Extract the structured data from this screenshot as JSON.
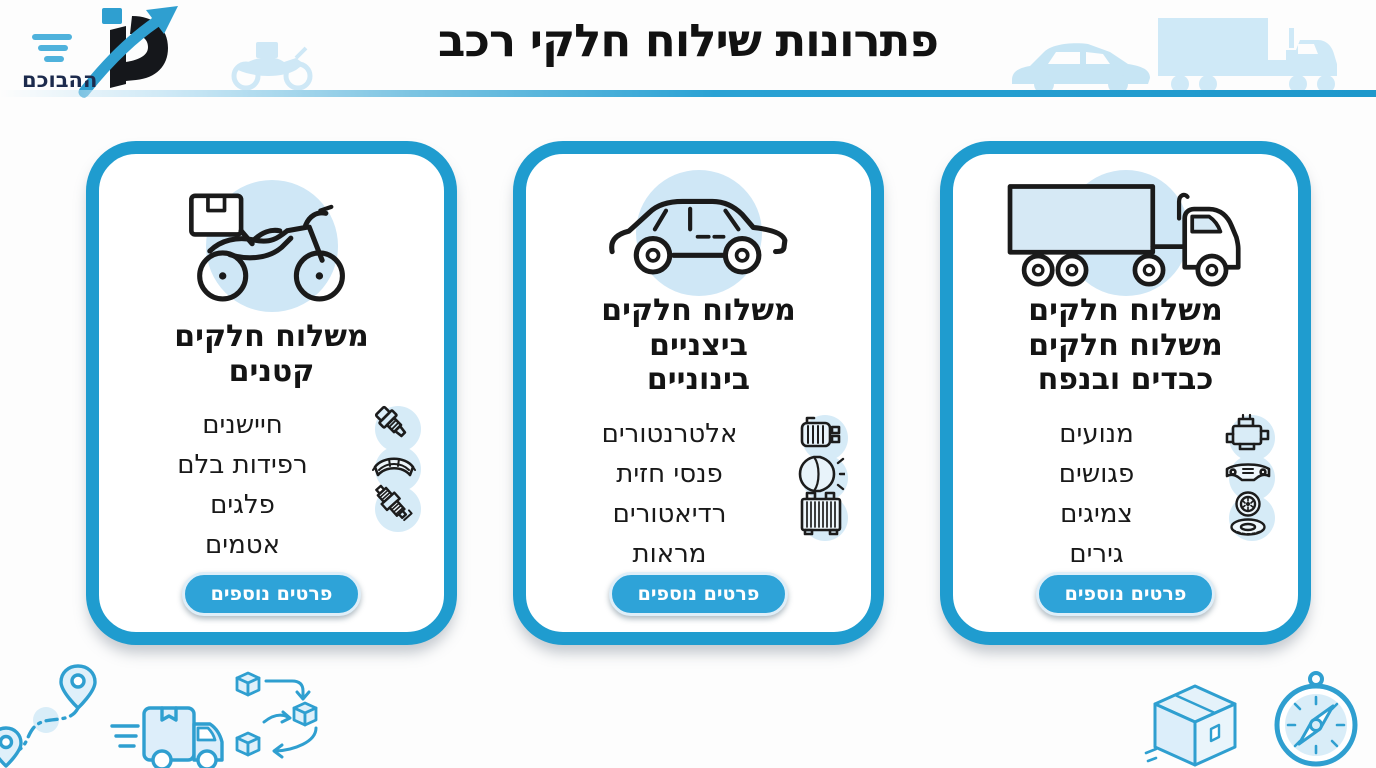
{
  "header": {
    "title": "פתרונות שילוח חלקי רכב",
    "logo_text": "ההבוכם",
    "decor_icons": [
      "motorcycle-silhouette",
      "car-silhouette",
      "truck-silhouette"
    ]
  },
  "cards": [
    {
      "name": "small-parts",
      "vehicle_icon": "motorcycle-icon",
      "title_lines": [
        "משלוח חלקים",
        "קטנים"
      ],
      "items": [
        {
          "label": "חיישנים",
          "icon": "sensor-icon"
        },
        {
          "label": "רפידות בלם",
          "icon": "brake-pad-icon"
        },
        {
          "label": "פלגים",
          "icon": "spark-plug-icon"
        },
        {
          "label": "אטמים",
          "icon": null
        }
      ],
      "button_label": "פרטים נוספים"
    },
    {
      "name": "medium-parts",
      "vehicle_icon": "car-icon",
      "title_lines": [
        "משלוח חלקים",
        "ביצניים",
        "בינוניים"
      ],
      "items": [
        {
          "label": "אלטרנטורים",
          "icon": "alternator-icon"
        },
        {
          "label": "פנסי חזית",
          "icon": "headlight-icon"
        },
        {
          "label": "רדיאטורים",
          "icon": "radiator-icon"
        },
        {
          "label": "מראות",
          "icon": null
        }
      ],
      "button_label": "פרטים נוספים"
    },
    {
      "name": "heavy-parts",
      "vehicle_icon": "truck-icon",
      "title_lines": [
        "משלוח חלקים",
        "משלוח חלקים",
        "כבדים ובנפח"
      ],
      "items": [
        {
          "label": "מנועים",
          "icon": "engine-icon"
        },
        {
          "label": "פגושים",
          "icon": "bumper-icon"
        },
        {
          "label": "צמיגים",
          "icon": "tire-icon"
        },
        {
          "label": "גירים",
          "icon": null
        }
      ],
      "button_label": "פרטים נוספים"
    }
  ],
  "footer": {
    "decor_icons": [
      "route-pins-icon",
      "delivery-truck-icon",
      "boxes-flow-icon",
      "package-box-icon",
      "compass-icon"
    ]
  },
  "colors": {
    "card_border": "#1f9ccf",
    "button_blue": "#2ea3d8",
    "icon_circle_blue": "#cfe7f6",
    "silhouette_blue": "#c7e5f4",
    "decor_stroke_blue": "#2f9fd0",
    "text_black": "#141414",
    "logo_navy": "#1d2b4d"
  }
}
